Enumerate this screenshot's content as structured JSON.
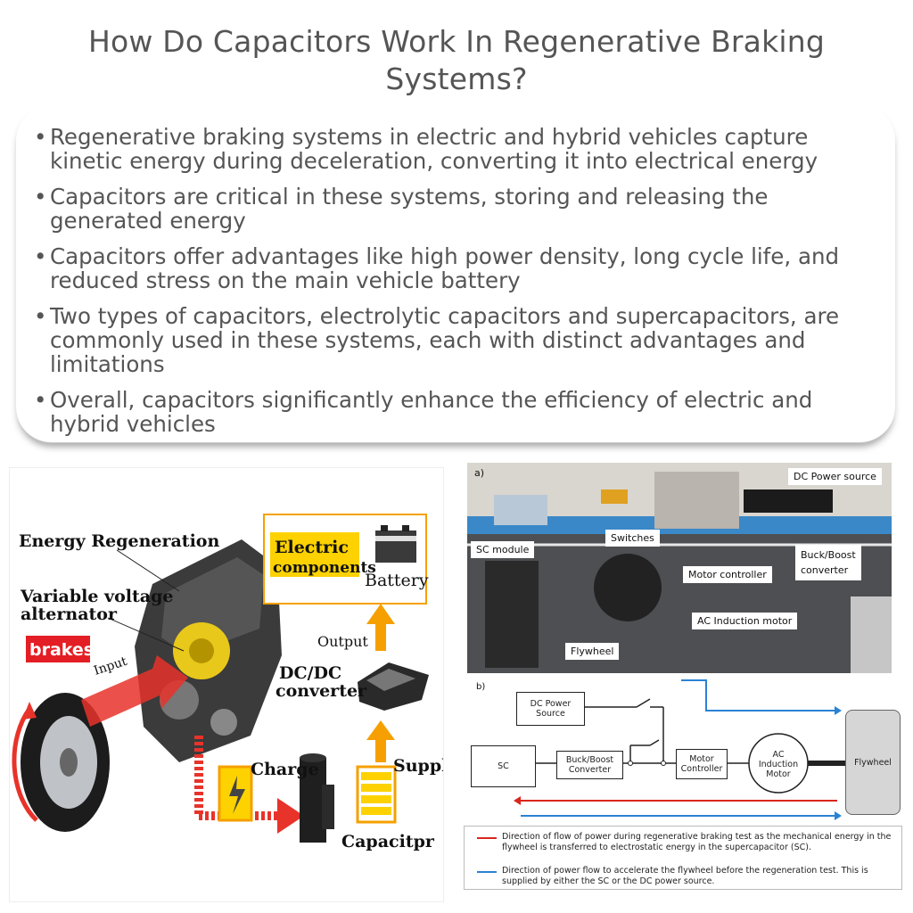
{
  "title": "How Do Capacitors Work In Regenerative Braking Systems?",
  "bullets": [
    "Regenerative braking systems in electric and hybrid vehicles capture kinetic energy during deceleration, converting it into electrical energy",
    "Capacitors are critical in these systems, storing and releasing the generated energy",
    "Capacitors offer advantages like high power density, long cycle life, and reduced stress on the main vehicle battery",
    "Two types of capacitors, electrolytic capacitors and supercapacitors, are commonly used in these systems, each with distinct advantages and limitations",
    "Overall, capacitors significantly enhance the efficiency of electric and hybrid vehicles"
  ],
  "left_diagram": {
    "energy_regeneration": "Energy Regeneration",
    "variable_voltage": "Variable voltage",
    "alternator": "alternator",
    "brakes": "brakes",
    "input": "Input",
    "electric": "Electric",
    "components": "components",
    "battery": "Battery",
    "output": "Output",
    "dcdc": "DC/DC",
    "converter": "converter",
    "charge": "Charge",
    "supply": "Supply",
    "capacitor": "Capacitpr",
    "colors": {
      "brakes_bg": "#e31e24",
      "yellow": "#fdd200",
      "orange": "#f5a000",
      "red_arrow": "#e8332a"
    }
  },
  "photo": {
    "panel_label": "a)",
    "labels": {
      "dc_power_source": "DC Power source",
      "switches": "Switches",
      "sc_module": "SC module",
      "buck_boost_1": "Buck/Boost",
      "buck_boost_2": "converter",
      "motor_controller": "Motor controller",
      "ac_motor": "AC Induction motor",
      "flywheel": "Flywheel"
    }
  },
  "schematic": {
    "panel_label": "b)",
    "dc_power_1": "DC Power",
    "dc_power_2": "Source",
    "sc": "SC",
    "buck_1": "Buck/Boost",
    "buck_2": "Converter",
    "motor_1": "Motor",
    "motor_2": "Controller",
    "ac_1": "AC",
    "ac_2": "Induction",
    "ac_3": "Motor",
    "flywheel": "Flywheel",
    "legend_red": "Direction of flow of power during regenerative braking test as the mechanical energy in the flywheel is transferred to electrostatic energy in the supercapacitor (SC).",
    "legend_blue": "Direction of power flow to accelerate the flywheel before the regeneration test.  This is supplied by either the SC or the DC power source.",
    "colors": {
      "red": "#d9261c",
      "blue": "#2a82d4"
    }
  }
}
